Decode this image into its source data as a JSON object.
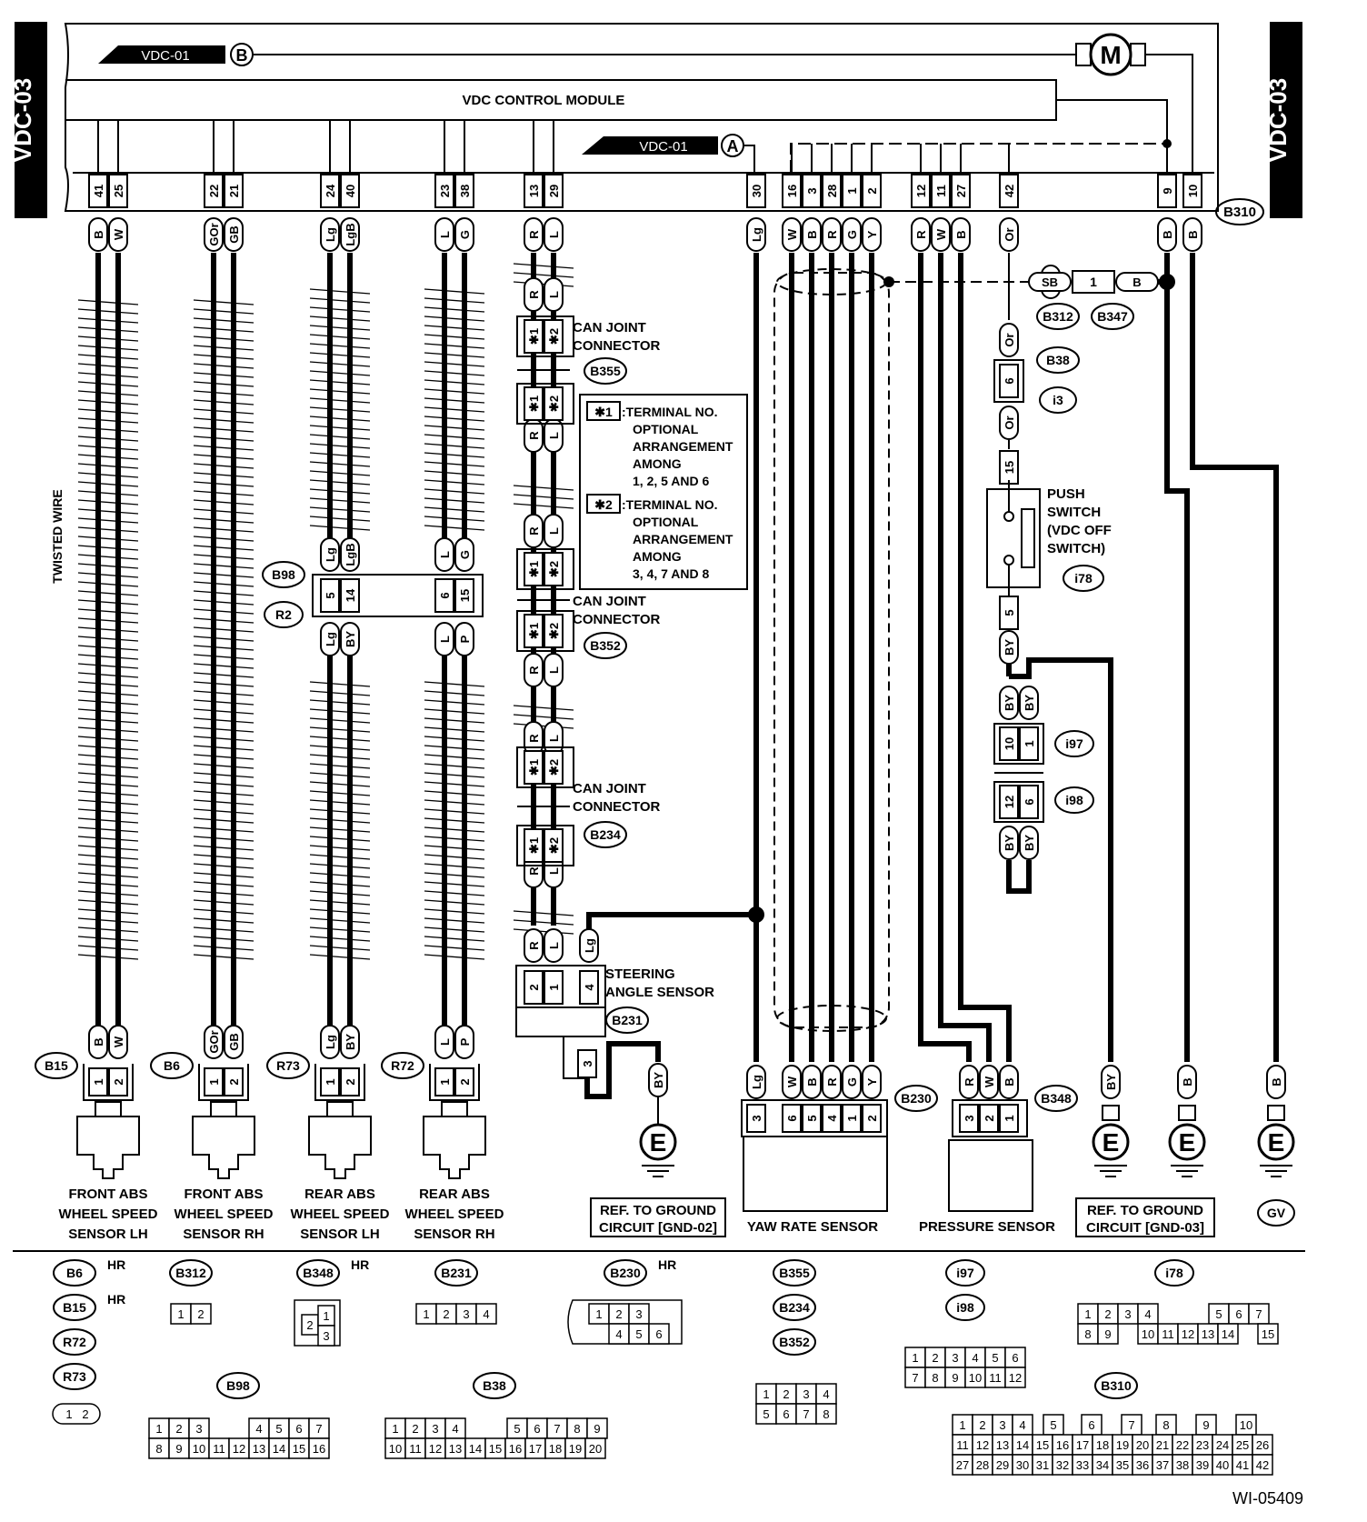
{
  "side_tab": "VDC-03",
  "module_title": "VDC CONTROL MODULE",
  "ref_b": {
    "prefix": "VDC-01",
    "letter": "B"
  },
  "ref_a": {
    "prefix": "VDC-01",
    "letter": "A"
  },
  "motor_symbol": "M",
  "main_connector": "B310",
  "twisted_wire_label": "TWISTED WIRE",
  "pins": [
    {
      "pin": "41",
      "color": "B"
    },
    {
      "pin": "25",
      "color": "W"
    },
    {
      "pin": "22",
      "color": "GOr"
    },
    {
      "pin": "21",
      "color": "GB"
    },
    {
      "pin": "24",
      "color": "Lg"
    },
    {
      "pin": "40",
      "color": "LgB"
    },
    {
      "pin": "23",
      "color": "L"
    },
    {
      "pin": "38",
      "color": "G"
    },
    {
      "pin": "13",
      "color": "R"
    },
    {
      "pin": "29",
      "color": "L"
    },
    {
      "pin": "30",
      "color": "Lg"
    },
    {
      "pin": "16",
      "color": "W"
    },
    {
      "pin": "3",
      "color": "B"
    },
    {
      "pin": "28",
      "color": "R"
    },
    {
      "pin": "1",
      "color": "G"
    },
    {
      "pin": "2",
      "color": "Y"
    },
    {
      "pin": "12",
      "color": "R"
    },
    {
      "pin": "11",
      "color": "W"
    },
    {
      "pin": "27",
      "color": "B"
    },
    {
      "pin": "42",
      "color": "Or"
    },
    {
      "pin": "9",
      "color": "B"
    },
    {
      "pin": "10",
      "color": "B"
    }
  ],
  "sensors": [
    {
      "id": "B15",
      "colors": [
        "B",
        "W"
      ],
      "pins": [
        "1",
        "2"
      ],
      "label": [
        "FRONT ABS",
        "WHEEL SPEED",
        "SENSOR LH"
      ]
    },
    {
      "id": "B6",
      "colors": [
        "GOr",
        "GB"
      ],
      "pins": [
        "1",
        "2"
      ],
      "label": [
        "FRONT ABS",
        "WHEEL SPEED",
        "SENSOR RH"
      ]
    },
    {
      "id": "R73",
      "colors": [
        "Lg",
        "BY"
      ],
      "pins": [
        "1",
        "2"
      ],
      "label": [
        "REAR ABS",
        "WHEEL SPEED",
        "SENSOR LH"
      ]
    },
    {
      "id": "R72",
      "colors": [
        "L",
        "P"
      ],
      "pins": [
        "1",
        "2"
      ],
      "label": [
        "REAR ABS",
        "WHEEL SPEED",
        "SENSOR RH"
      ]
    }
  ],
  "b98_r2": {
    "ids": [
      "B98",
      "R2"
    ],
    "top_colors": [
      "Lg",
      "LgB",
      "L",
      "G"
    ],
    "pins": [
      "5",
      "14",
      "6",
      "15"
    ],
    "bottom_colors": [
      "Lg",
      "BY",
      "L",
      "P"
    ]
  },
  "can": {
    "colors": [
      "R",
      "L"
    ],
    "star1": "✱1",
    "star2": "✱2",
    "connector_label": [
      "CAN JOINT",
      "CONNECTOR"
    ],
    "connectors": [
      "B355",
      "B352",
      "B234"
    ]
  },
  "note": {
    "star1": "✱1",
    "line1": [
      ":TERMINAL NO.",
      "OPTIONAL",
      "ARRANGEMENT",
      "AMONG",
      "1, 2, 5 AND 6"
    ],
    "star2": "✱2",
    "line2": [
      ":TERMINAL NO.",
      "OPTIONAL",
      "ARRANGEMENT",
      "AMONG",
      "3, 4, 7 AND 8"
    ]
  },
  "steering": {
    "label": [
      "STEERING",
      "ANGLE SENSOR"
    ],
    "id": "B231",
    "colors": [
      "R",
      "L",
      "Lg"
    ],
    "pins": [
      "2",
      "1",
      "4"
    ],
    "ground_pin": "3",
    "ground_color": "BY"
  },
  "ground_symbol": "E",
  "ref_ground_02": [
    "REF. TO GROUND",
    "CIRCUIT [GND-02]"
  ],
  "ref_ground_03": [
    "REF. TO GROUND",
    "CIRCUIT [GND-03]"
  ],
  "yaw": {
    "label": "YAW RATE SENSOR",
    "id": "B230",
    "colors": [
      "Lg",
      "W",
      "B",
      "R",
      "G",
      "Y"
    ],
    "pins": [
      "3",
      "6",
      "5",
      "4",
      "1",
      "2"
    ]
  },
  "pressure": {
    "label": "PRESSURE SENSOR",
    "id": "B348",
    "colors": [
      "R",
      "W",
      "B"
    ],
    "pins": [
      "3",
      "2",
      "1"
    ]
  },
  "shield_joint": {
    "colors": [
      "SB",
      "B"
    ],
    "pin": "1",
    "ids": [
      "B312",
      "B347"
    ]
  },
  "b38_i3": {
    "ids": [
      "B38",
      "i3"
    ],
    "pin": "6",
    "color": "Or"
  },
  "push_switch": {
    "label": [
      "PUSH",
      "SWITCH",
      "(VDC OFF",
      "SWITCH)"
    ],
    "id": "i78",
    "top_pin": "15",
    "bottom_pin": "5",
    "color": "BY"
  },
  "i97_i98": {
    "ids": [
      "i97",
      "i98"
    ],
    "pins_top": [
      "10",
      "1"
    ],
    "pins_bottom": [
      "12",
      "6"
    ],
    "color": "BY"
  },
  "ground_wires": [
    "BY",
    "B",
    "B"
  ],
  "gv": "GV",
  "legend": {
    "hr": "HR",
    "b6_ids": [
      "B6",
      "B15",
      "R72",
      "R73"
    ],
    "b6_pins": [
      "1",
      "2"
    ],
    "b312": {
      "id": "B312",
      "pins": [
        "1",
        "2"
      ]
    },
    "b348": {
      "id": "B348",
      "pins": [
        "2",
        "1",
        "3"
      ]
    },
    "b231": {
      "id": "B231",
      "pins": [
        "1",
        "2",
        "3",
        "4"
      ]
    },
    "b230": {
      "id": "B230",
      "pins_top": [
        "1",
        "2",
        "3"
      ],
      "pins_bottom": [
        "4",
        "5",
        "6"
      ]
    },
    "b355_ids": [
      "B355",
      "B234",
      "B352"
    ],
    "b355_pins_top": [
      "1",
      "2",
      "3",
      "4"
    ],
    "b355_pins_bottom": [
      "5",
      "6",
      "7",
      "8"
    ],
    "i97_ids": [
      "i97",
      "i98"
    ],
    "i97_pins_top": [
      "1",
      "2",
      "3",
      "4",
      "5",
      "6"
    ],
    "i97_pins_bottom": [
      "7",
      "8",
      "9",
      "10",
      "11",
      "12"
    ],
    "i78": {
      "id": "i78",
      "top_left": [
        "1",
        "2",
        "3",
        "4"
      ],
      "top_right": [
        "5",
        "6",
        "7"
      ],
      "bottom_left": [
        "8",
        "9"
      ],
      "bottom_mid": [
        "10",
        "11",
        "12",
        "13",
        "14"
      ],
      "bottom_right": [
        "15"
      ]
    },
    "b98": {
      "id": "B98",
      "top_left": [
        "1",
        "2",
        "3"
      ],
      "top_right": [
        "4",
        "5",
        "6",
        "7"
      ],
      "bottom": [
        "8",
        "9",
        "10",
        "11",
        "12",
        "13",
        "14",
        "15",
        "16"
      ]
    },
    "b38": {
      "id": "B38",
      "top_left": [
        "1",
        "2",
        "3",
        "4"
      ],
      "top_right": [
        "5",
        "6",
        "7",
        "8",
        "9"
      ],
      "bottom": [
        "10",
        "11",
        "12",
        "13",
        "14",
        "15",
        "16",
        "17",
        "18",
        "19",
        "20"
      ]
    },
    "b310": {
      "id": "B310",
      "row1": [
        "1",
        "2",
        "3",
        "4",
        "5",
        "6",
        "7",
        "8",
        "9",
        "10"
      ],
      "row2": [
        "11",
        "12",
        "13",
        "14",
        "15",
        "16",
        "17",
        "18",
        "19",
        "20",
        "21",
        "22",
        "23",
        "24",
        "25",
        "26"
      ],
      "row3": [
        "27",
        "28",
        "29",
        "30",
        "31",
        "32",
        "33",
        "34",
        "35",
        "36",
        "37",
        "38",
        "39",
        "40",
        "41",
        "42"
      ]
    }
  },
  "figure_id": "WI-05409"
}
